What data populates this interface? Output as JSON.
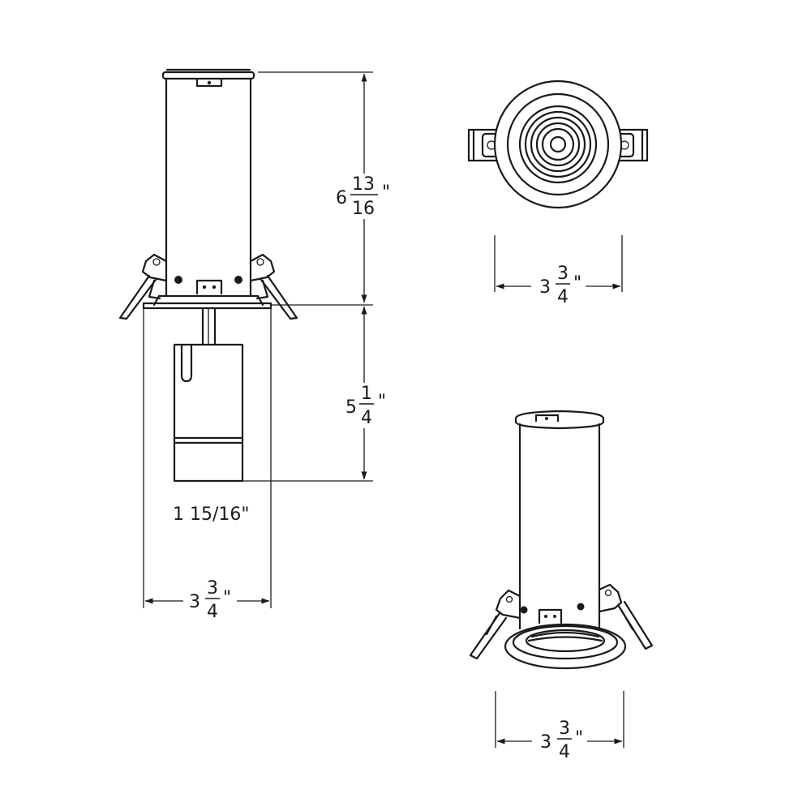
{
  "dimensions": {
    "overall_height": {
      "whole": "6",
      "num": "13",
      "den": "16",
      "unit": "\""
    },
    "fixture_height": {
      "whole": "5",
      "num": "1",
      "den": "4",
      "unit": "\""
    },
    "stem_width": {
      "text": "1 15/16\""
    },
    "side_view_width": {
      "whole": "3",
      "num": "3",
      "den": "4",
      "unit": "\""
    },
    "top_view_width": {
      "whole": "3",
      "num": "3",
      "den": "4",
      "unit": "\""
    },
    "iso_view_width": {
      "whole": "3",
      "num": "3",
      "den": "4",
      "unit": "\""
    }
  }
}
